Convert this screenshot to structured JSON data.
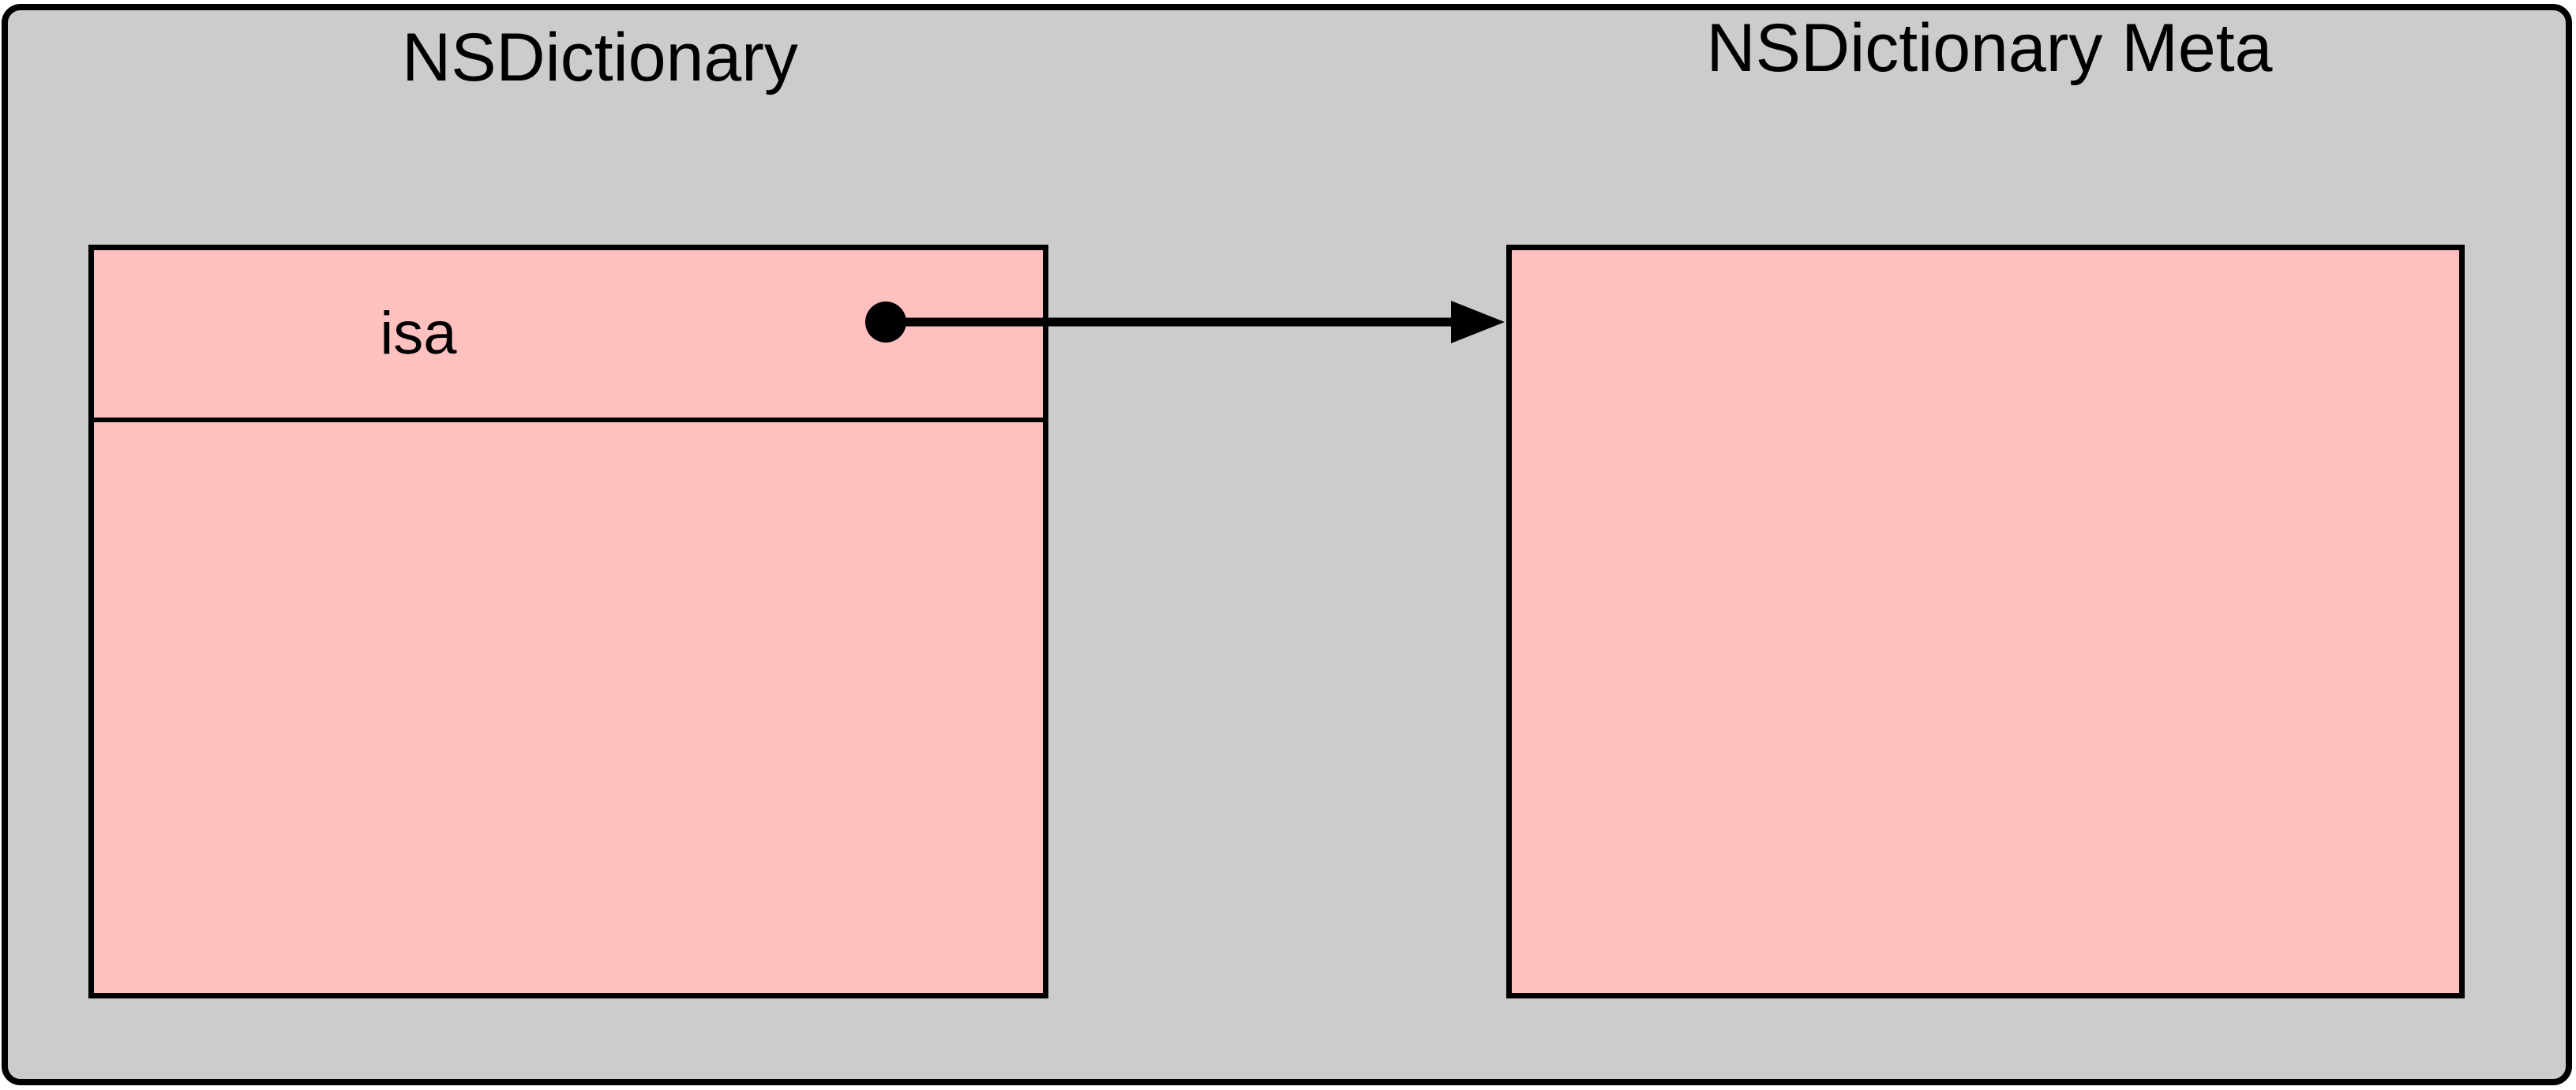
{
  "diagram": {
    "type": "object-pointer-diagram",
    "background_color": "#ffffff",
    "frame_fill_color": "#cccccc",
    "frame_border_color": "#000000",
    "object_fill_color": "#ffc0c0",
    "object_border_color": "#000000",
    "connector_color": "#000000",
    "nodes": [
      {
        "id": "nsdictionary",
        "title": "NSDictionary",
        "slots": [
          {
            "label": "isa",
            "has_pointer": true
          },
          {
            "label": "",
            "has_pointer": false
          }
        ]
      },
      {
        "id": "nsdictionary-meta",
        "title": "NSDictionary Meta",
        "slots": [
          {
            "label": "",
            "has_pointer": false
          }
        ]
      }
    ],
    "edges": [
      {
        "id": "isa-edge",
        "from": "nsdictionary.isa",
        "to": "nsdictionary-meta",
        "source_marker": "filled-circle",
        "target_marker": "filled-arrowhead"
      }
    ]
  }
}
